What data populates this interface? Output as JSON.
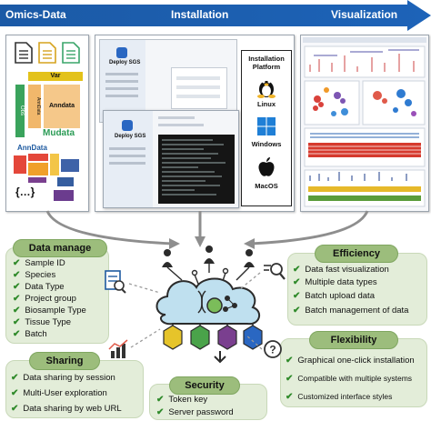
{
  "banner": {
    "left": "Omics-Data",
    "middle": "Installation",
    "right": "Visualization"
  },
  "omics_panel": {
    "var_label": "Var",
    "obs_label": "Obs",
    "annotation_label": "AnnData",
    "anndata_block": "Anndata",
    "mudata_label": "Mudata",
    "anndata_label": "AnnData"
  },
  "installation_panel": {
    "deploy_title_1": "Deploy SGS",
    "deploy_title_2": "Deploy SGS",
    "platform_title": "Installation Platform",
    "platforms": [
      "Linux",
      "Windows",
      "MacOS"
    ]
  },
  "data_manage": {
    "title": "Data manage",
    "items": [
      "Sample ID",
      "Species",
      "Data Type",
      "Project group",
      "Biosample Type",
      "Tissue Type",
      "Batch"
    ]
  },
  "efficiency": {
    "title": "Efficiency",
    "items": [
      "Data fast visualization",
      "Multiple data types",
      "Batch upload data",
      "Batch management of data"
    ]
  },
  "flexibility": {
    "title": "Flexibility",
    "items": [
      "Graphical one-click installation",
      "Compatible with multiple systems",
      "Customized interface styles"
    ]
  },
  "sharing": {
    "title": "Sharing",
    "items": [
      "Data sharing by session",
      "Multi-User exploration",
      "Data sharing by web URL"
    ]
  },
  "security": {
    "title": "Security",
    "items": [
      "Token key",
      "Server password"
    ]
  },
  "colors": {
    "banner_blue": "#1f5ca8",
    "green_box": "#e3edd9",
    "green_title": "#9cbd7c",
    "check_green": "#2f8a2a"
  }
}
